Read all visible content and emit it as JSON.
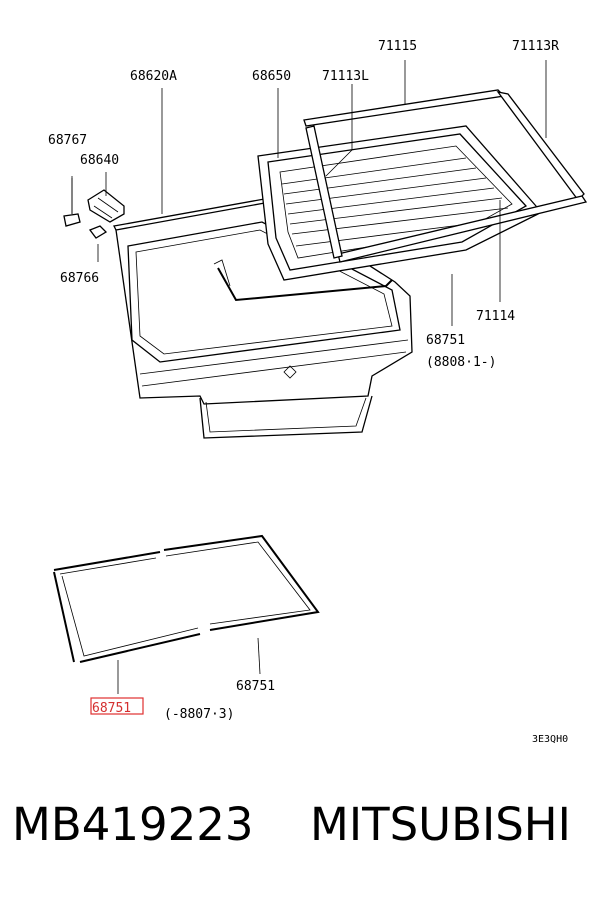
{
  "diagram": {
    "labels": {
      "p71115": "71115",
      "p71113R": "71113R",
      "p68620A": "68620A",
      "p68650": "68650",
      "p71113L": "71113L",
      "p68767": "68767",
      "p68640": "68640",
      "p68766": "68766",
      "p68751_top": "68751",
      "date_top": "(8808·1-)",
      "p71114": "71114",
      "p68751_bottom": "68751",
      "p68751_highlight": "68751",
      "date_bottom": "(-8807·3)",
      "code": "3E3QH0"
    },
    "highlight_color": "#e03030"
  },
  "footer": {
    "part_number": "MB419223",
    "brand": "MITSUBISHI"
  }
}
